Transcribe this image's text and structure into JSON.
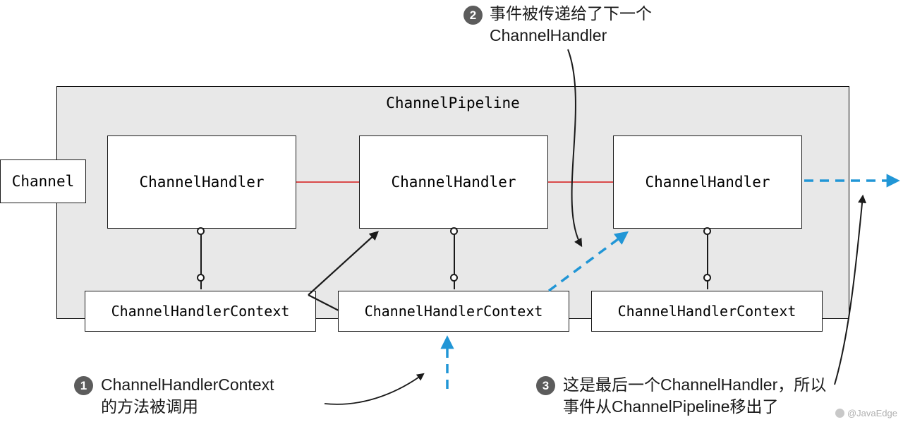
{
  "diagram": {
    "pipeline_title": "ChannelPipeline",
    "channel_label": "Channel",
    "handlers": [
      {
        "label": "ChannelHandler"
      },
      {
        "label": "ChannelHandler"
      },
      {
        "label": "ChannelHandler"
      }
    ],
    "contexts": [
      {
        "label": "ChannelHandlerContext"
      },
      {
        "label": "ChannelHandlerContext"
      },
      {
        "label": "ChannelHandlerContext"
      }
    ],
    "annotations": [
      {
        "number": "1",
        "text": "ChannelHandlerContext\n的方法被调用"
      },
      {
        "number": "2",
        "text": "事件被传递给了下一个\nChannelHandler"
      },
      {
        "number": "3",
        "text": "这是最后一个ChannelHandler，所以\n事件从ChannelPipeline移出了"
      }
    ],
    "colors": {
      "pipeline_background": "#e8e8e8",
      "red_connector": "#d94a4a",
      "blue_arrow": "#2196d6",
      "badge_background": "#5c5c5c",
      "box_border": "#1a1a1a"
    },
    "watermark": "@JavaEdge"
  }
}
